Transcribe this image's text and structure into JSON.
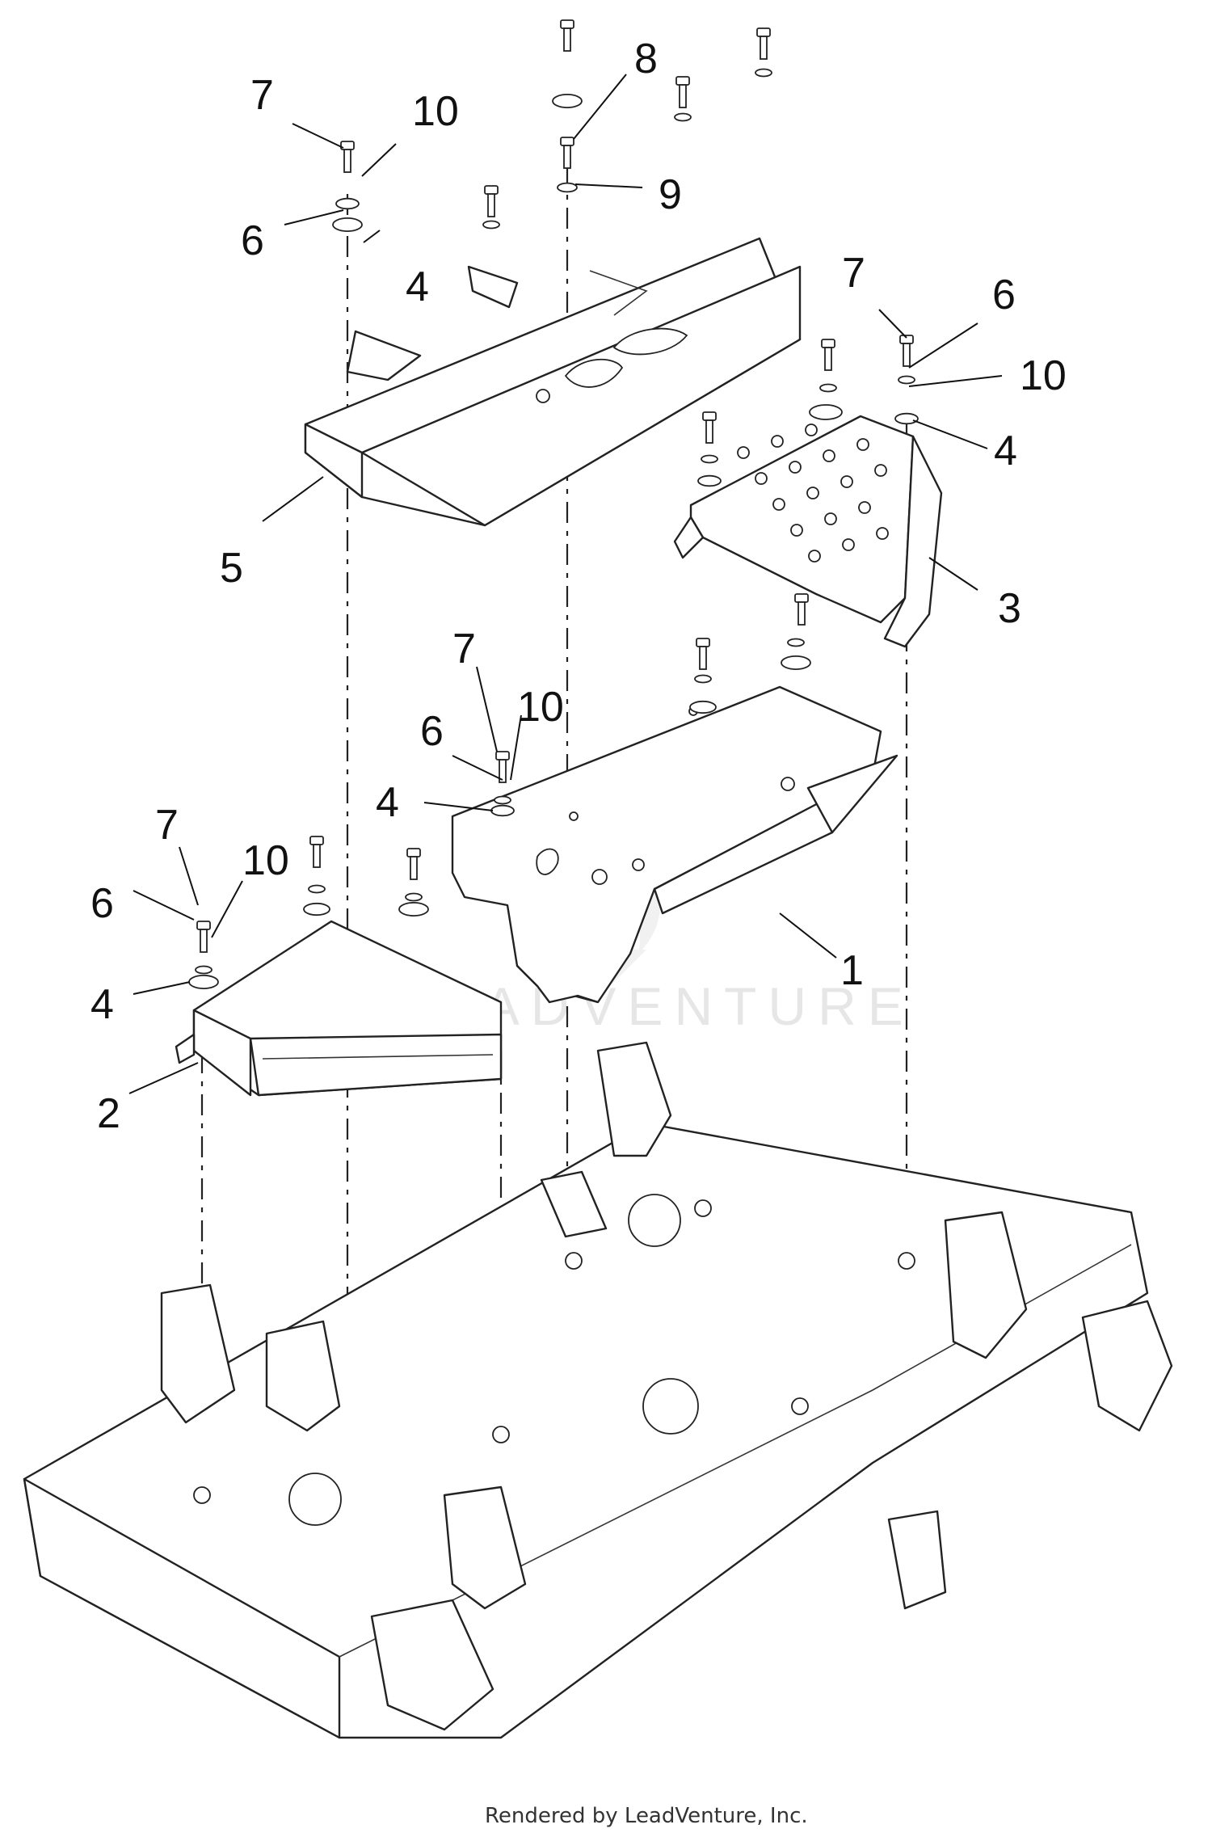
{
  "watermark": {
    "text": "LEADVENTURE"
  },
  "footer": {
    "credit": "Rendered by LeadVenture, Inc."
  },
  "callouts": [
    {
      "id": "c7a",
      "label": "7"
    },
    {
      "id": "c10a",
      "label": "10"
    },
    {
      "id": "c6a",
      "label": "6"
    },
    {
      "id": "c4a",
      "label": "4"
    },
    {
      "id": "c8",
      "label": "8"
    },
    {
      "id": "c9",
      "label": "9"
    },
    {
      "id": "c5",
      "label": "5"
    },
    {
      "id": "c7b",
      "label": "7"
    },
    {
      "id": "c6b",
      "label": "6"
    },
    {
      "id": "c10b",
      "label": "10"
    },
    {
      "id": "c4b",
      "label": "4"
    },
    {
      "id": "c3",
      "label": "3"
    },
    {
      "id": "c7c",
      "label": "7"
    },
    {
      "id": "c10c",
      "label": "10"
    },
    {
      "id": "c6c",
      "label": "6"
    },
    {
      "id": "c4c",
      "label": "4"
    },
    {
      "id": "c1",
      "label": "1"
    },
    {
      "id": "c7d",
      "label": "7"
    },
    {
      "id": "c10d",
      "label": "10"
    },
    {
      "id": "c6d",
      "label": "6"
    },
    {
      "id": "c4d",
      "label": "4"
    },
    {
      "id": "c2",
      "label": "2"
    }
  ]
}
